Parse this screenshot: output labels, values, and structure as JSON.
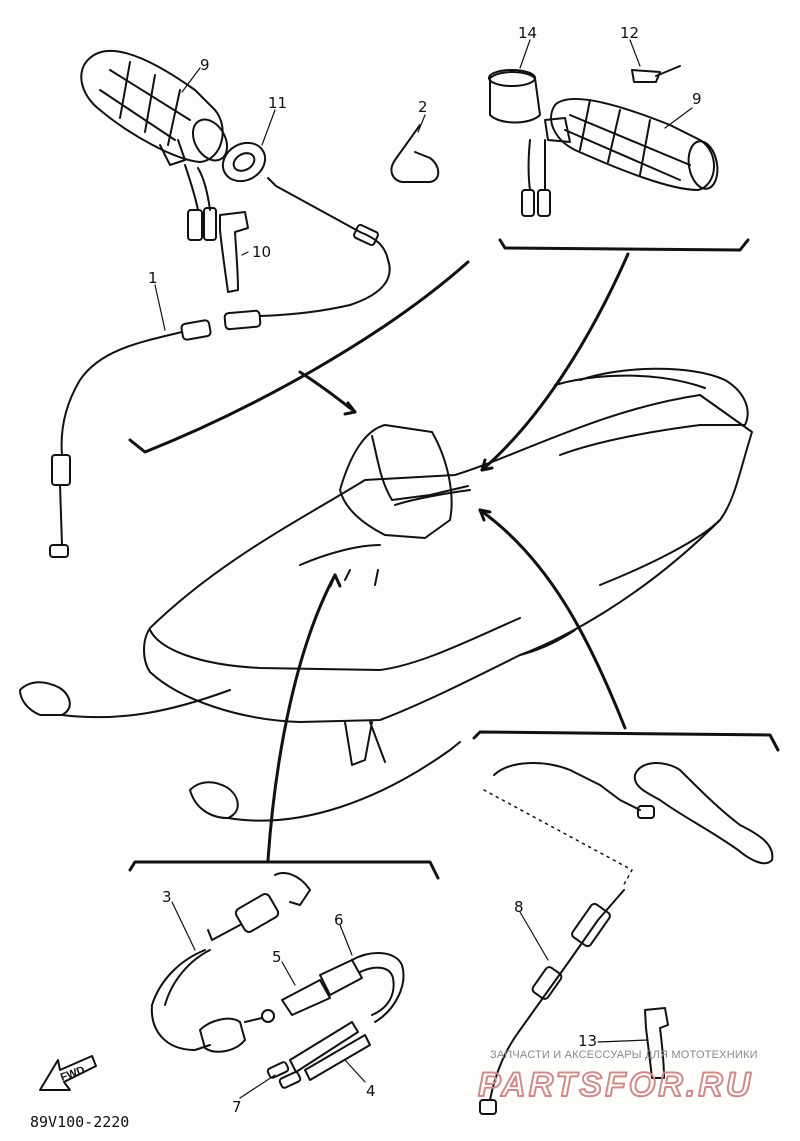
{
  "diagram_code": "89V100-2220",
  "direction_label": "FWD",
  "watermark": {
    "tagline": "ЗАПЧАСТИ И АКСЕССУАРЫ ДЛЯ МОТОТЕХНИКИ",
    "brand": "PARTSFOR.RU"
  },
  "callouts": [
    "1",
    "2",
    "3",
    "4",
    "5",
    "6",
    "7",
    "8",
    "9",
    "9",
    "10",
    "11",
    "12",
    "13",
    "14"
  ],
  "colors": {
    "line": "#111111",
    "paper": "#fdfdfb",
    "watermark": "#d08a8a"
  }
}
